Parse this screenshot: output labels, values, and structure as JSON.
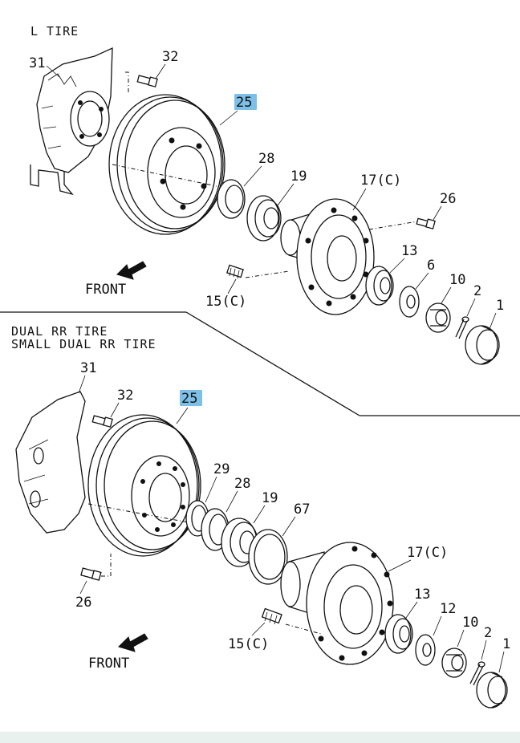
{
  "top_section": {
    "title": "L TIRE",
    "front_label": "FRONT",
    "callouts": {
      "c31": "31",
      "c32": "32",
      "c25": "25",
      "c28": "28",
      "c19": "19",
      "c17": "17(C)",
      "c26": "26",
      "c13": "13",
      "c6": "6",
      "c10": "10",
      "c2": "2",
      "c1": "1",
      "c15": "15(C)"
    }
  },
  "bottom_section": {
    "title_line1": "DUAL RR TIRE",
    "title_line2": "SMALL DUAL RR TIRE",
    "front_label": "FRONT",
    "callouts": {
      "c31": "31",
      "c32": "32",
      "c25": "25",
      "c29": "29",
      "c28": "28",
      "c19": "19",
      "c67": "67",
      "c17": "17(C)",
      "c26": "26",
      "c13": "13",
      "c12": "12",
      "c10": "10",
      "c2": "2",
      "c1": "1",
      "c15": "15(C)"
    }
  },
  "colors": {
    "highlight": "#7cc0e8",
    "line": "#111111",
    "footer": "#e9f1ee"
  }
}
